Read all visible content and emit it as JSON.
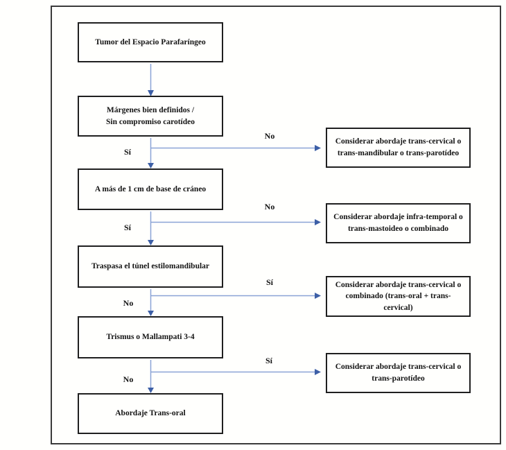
{
  "diagram": {
    "start": {
      "label": "Tumor del Espacio Parafaríngeo"
    },
    "end": {
      "label": "Abordaje Trans-oral"
    },
    "decisions": [
      {
        "question": "Márgenes bien definidos /\nSin compromiso carotídeo",
        "down_label": "Sí",
        "branch_label": "No",
        "outcome": "Considerar abordaje trans-cervical o\ntrans-mandibular o trans-parotídeo"
      },
      {
        "question": "A más de 1 cm de base de cráneo",
        "down_label": "Sí",
        "branch_label": "No",
        "outcome": "Considerar abordaje infra-temporal o\ntrans-mastoideo o combinado"
      },
      {
        "question": "Traspasa el túnel estilomandibular",
        "down_label": "No",
        "branch_label": "Sí",
        "outcome": "Considerar abordaje trans-cervical o\ncombinado (trans-oral + trans-\ncervical)"
      },
      {
        "question": "Trismus o Mallampati 3-4",
        "down_label": "No",
        "branch_label": "Sí",
        "outcome": "Considerar abordaje trans-cervical o\ntrans-parotídeo"
      }
    ],
    "colors": {
      "arrow_line": "#8AA3D6",
      "arrow_head": "#3D5FA6",
      "box_border": "#1f1f1f",
      "text": "#141414"
    }
  }
}
